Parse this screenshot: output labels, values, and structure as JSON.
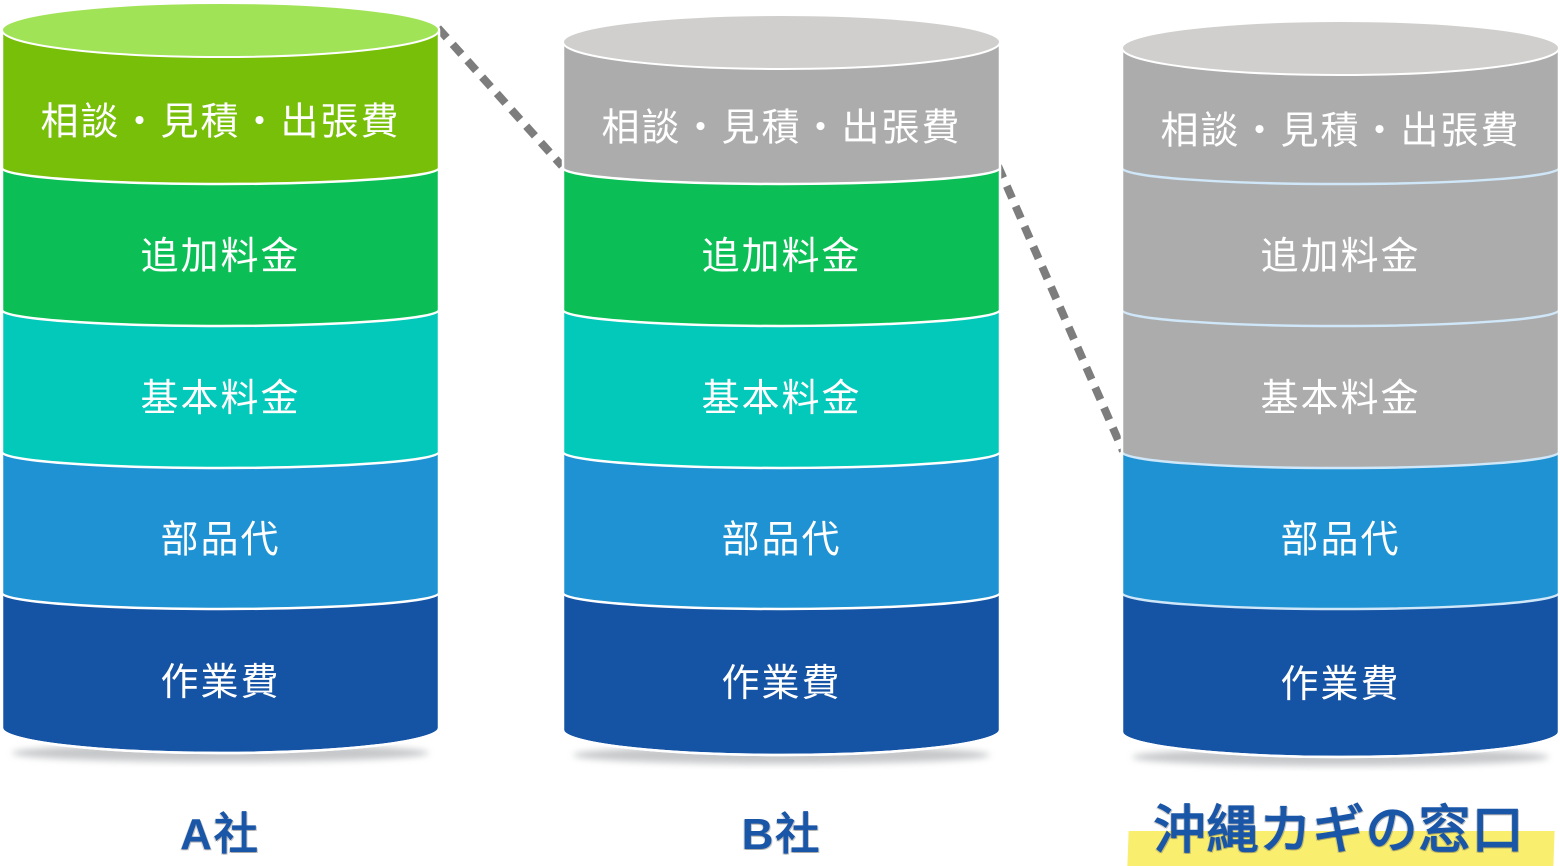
{
  "chart_data": {
    "type": "stacked-cylinder-comparison",
    "segment_labels": [
      "相談・見積・出張費",
      "追加料金",
      "基本料金",
      "部品代",
      "作業費"
    ],
    "segment_colors": [
      "#77bf08",
      "#0bbf56",
      "#03c9ba",
      "#1e92d2",
      "#1553a4"
    ],
    "included_top_color": "#a1e356",
    "excluded_color": "#acacac",
    "excluded_top_color": "#d0cfcd",
    "segment_text_color": "#ffffff",
    "divider_stroke_default": "#ffffff",
    "connector_color": "#7d7d7d",
    "label_color": "#1a56a8",
    "highlight_color": "#faee6e",
    "cylinders": [
      {
        "company": "A社",
        "excluded_count": 0,
        "excluded_segments": [],
        "charged_segments": [
          "相談・見積・出張費",
          "追加料金",
          "基本料金",
          "部品代",
          "作業費"
        ],
        "divider_stroke": "#ffffff",
        "label_highlight": false
      },
      {
        "company": "B社",
        "excluded_count": 1,
        "excluded_segments": [
          "相談・見積・出張費"
        ],
        "charged_segments": [
          "追加料金",
          "基本料金",
          "部品代",
          "作業費"
        ],
        "divider_stroke": "#ffffff",
        "label_highlight": false
      },
      {
        "company": "沖縄カギの窓口",
        "excluded_count": 3,
        "excluded_segments": [
          "相談・見積・出張費",
          "追加料金",
          "基本料金"
        ],
        "charged_segments": [
          "部品代",
          "作業費"
        ],
        "divider_stroke": "#cfe7f8",
        "label_highlight": true
      }
    ],
    "connectors": [
      {
        "from": "A社 total price top",
        "to": "B社 charged portion top"
      },
      {
        "from": "B社 charged portion top",
        "to": "沖縄カギの窓口 charged portion top"
      }
    ]
  }
}
